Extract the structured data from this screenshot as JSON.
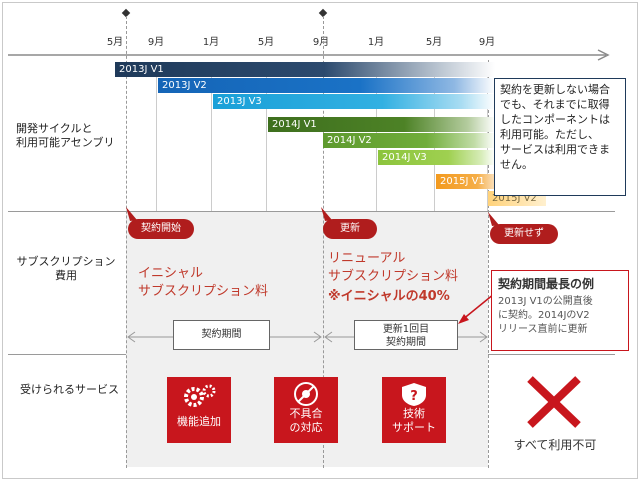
{
  "rows": {
    "dev": "開発サイクルと\n利用可能アセンブリ",
    "fee": "サブスクリプション\n費用",
    "service": "受けられるサービス"
  },
  "ticks": [
    "5月",
    "9月",
    "1月",
    "5月",
    "9月",
    "1月",
    "5月",
    "9月"
  ],
  "versions": [
    "2013J V1",
    "2013J V2",
    "2013J V3",
    "2014J V1",
    "2014J V2",
    "2014J V3",
    "2015J V1",
    "2015J V2"
  ],
  "note_top": "契約を更新しない場合\nでも、それまでに取得\nしたコンポーネントは\n利用可能。ただし、\nサービスは利用できま\nせん。",
  "bubbles": {
    "start": "契約開始",
    "renew": "更新",
    "no_renew": "更新せず"
  },
  "fees": {
    "initial": "イニシャル\nサブスクリプション料",
    "renewal_line1": "リニューアル\nサブスクリプション料",
    "renewal_line2": "※イニシャルの40%"
  },
  "periods": {
    "first": "契約期間",
    "renewed": "更新1回目\n契約期間"
  },
  "longest": {
    "title": "契約期間最長の例",
    "body": "2013J V1の公開直後\nに契約。2014JのV2\nリリース直前に更新"
  },
  "services": [
    {
      "label": "機能追加",
      "icon": "gears-icon"
    },
    {
      "label": "不具合\nの対応",
      "icon": "bug-fix-icon"
    },
    {
      "label": "技術\nサポート",
      "icon": "support-shield-icon"
    }
  ],
  "unavailable": "すべて利用不可",
  "colors": {
    "accent_red": "#c8161d",
    "bubble_red": "#b01d1d",
    "navy": "#1f3a5a",
    "blue": "#1a6fc0",
    "green": "#6aa02c",
    "orange": "#f5a623"
  }
}
